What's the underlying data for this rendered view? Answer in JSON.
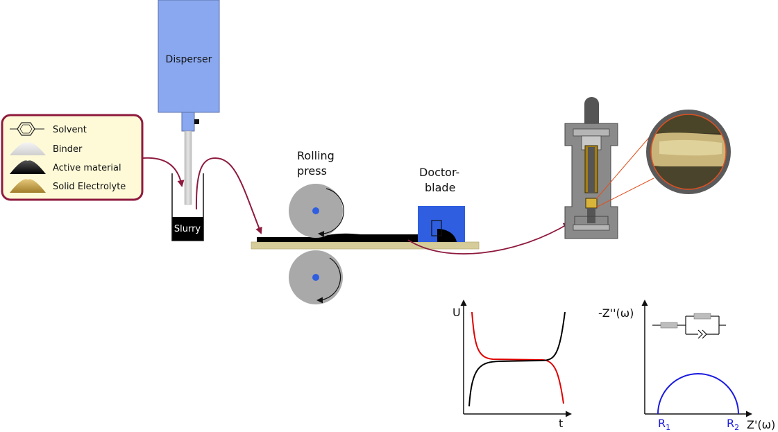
{
  "legend": {
    "items": [
      {
        "label": "Solvent",
        "icon": "benzene-ring-icon"
      },
      {
        "label": "Binder",
        "icon": "white-powder-pile-icon"
      },
      {
        "label": "Active material",
        "icon": "black-powder-pile-icon"
      },
      {
        "label": "Solid Electrolyte",
        "icon": "gold-powder-pile-icon"
      }
    ]
  },
  "disperser": {
    "label": "Disperser"
  },
  "slurry": {
    "label": "Slurry"
  },
  "rolling_press": {
    "line1": "Rolling",
    "line2": "press"
  },
  "doctor_blade": {
    "line1": "Doctor-",
    "line2": "blade"
  },
  "voltage_plot": {
    "ylabel": "U",
    "xlabel": "t"
  },
  "impedance_plot": {
    "ylabel": "-Z''(ω)",
    "xlabel": "Z'(ω)",
    "r1_base": "R",
    "r1_sub": "1",
    "r2_base": "R",
    "r2_sub": "2"
  },
  "colors": {
    "arrow": "#8e1a3e",
    "disperser_blue": "#8aa8f0",
    "doctor_blade_blue": "#2f5ee0",
    "roller_gray": "#a9a9a9",
    "roller_center": "#2f5ee0",
    "substrate": "#d6cc9a",
    "legend_bg": "#fefad8",
    "legend_border": "#8e1a3e",
    "charge_curve": "#e00000",
    "semicircle": "#1a1ae0",
    "zoom_line": "#e05020"
  }
}
